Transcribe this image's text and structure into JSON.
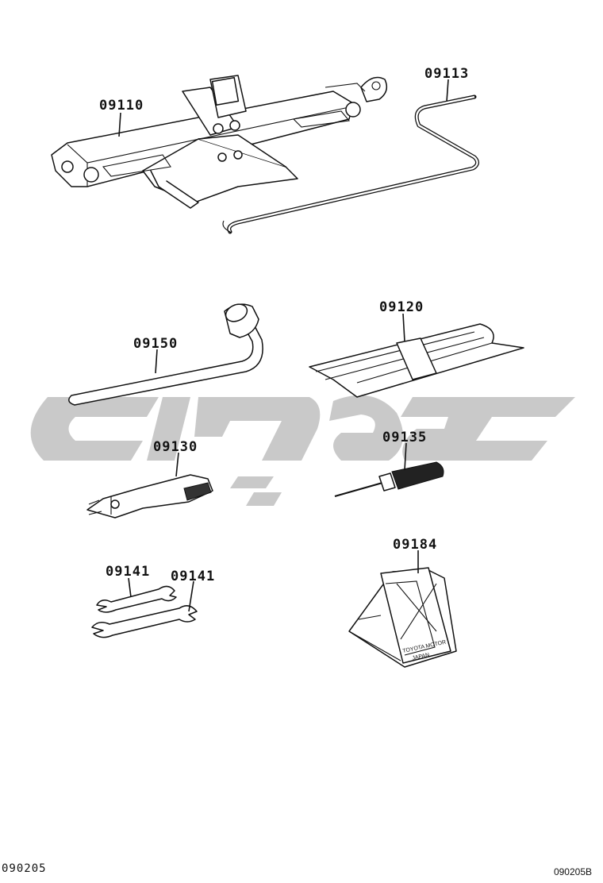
{
  "diagram": {
    "parts": [
      {
        "id": "jack",
        "number": "09110"
      },
      {
        "id": "jack-handle",
        "number": "09113"
      },
      {
        "id": "lug-wrench",
        "number": "09150"
      },
      {
        "id": "tool-bag",
        "number": "09120"
      },
      {
        "id": "pliers",
        "number": "09130"
      },
      {
        "id": "screwdriver",
        "number": "09135"
      },
      {
        "id": "wrench-1",
        "number": "09141"
      },
      {
        "id": "wrench-2",
        "number": "09141"
      },
      {
        "id": "wheel-chock",
        "number": "09184"
      }
    ],
    "chock_brand_line1": "TOYOTA MOTOR",
    "chock_brand_line2": "JAPAN"
  },
  "footer": {
    "left_code": "090205",
    "right_code": "090205B"
  }
}
